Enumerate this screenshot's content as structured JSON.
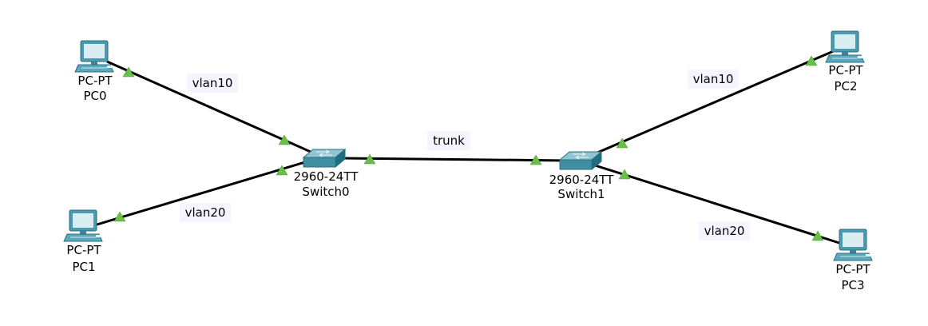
{
  "devices": {
    "pc0": {
      "model": "PC-PT",
      "name": "PC0"
    },
    "pc1": {
      "model": "PC-PT",
      "name": "PC1"
    },
    "pc2": {
      "model": "PC-PT",
      "name": "PC2"
    },
    "pc3": {
      "model": "PC-PT",
      "name": "PC3"
    },
    "switch0": {
      "model": "2960-24TT",
      "name": "Switch0"
    },
    "switch1": {
      "model": "2960-24TT",
      "name": "Switch1"
    }
  },
  "links": {
    "pc0_switch0": {
      "label": "vlan10"
    },
    "pc1_switch0": {
      "label": "vlan20"
    },
    "switch0_switch1": {
      "label": "trunk"
    },
    "pc2_switch1": {
      "label": "vlan10"
    },
    "pc3_switch1": {
      "label": "vlan20"
    }
  },
  "colors": {
    "link": "#000000",
    "port_up": "#6abf4b",
    "switch_body": "#3f8fa3",
    "switch_top": "#8fc4d0",
    "pc_body": "#4b9bb0",
    "pc_screen": "#d8ecf1"
  },
  "icons": {
    "pc": "pc-icon",
    "switch": "switch-icon",
    "port": "port-status-triangle-icon"
  }
}
